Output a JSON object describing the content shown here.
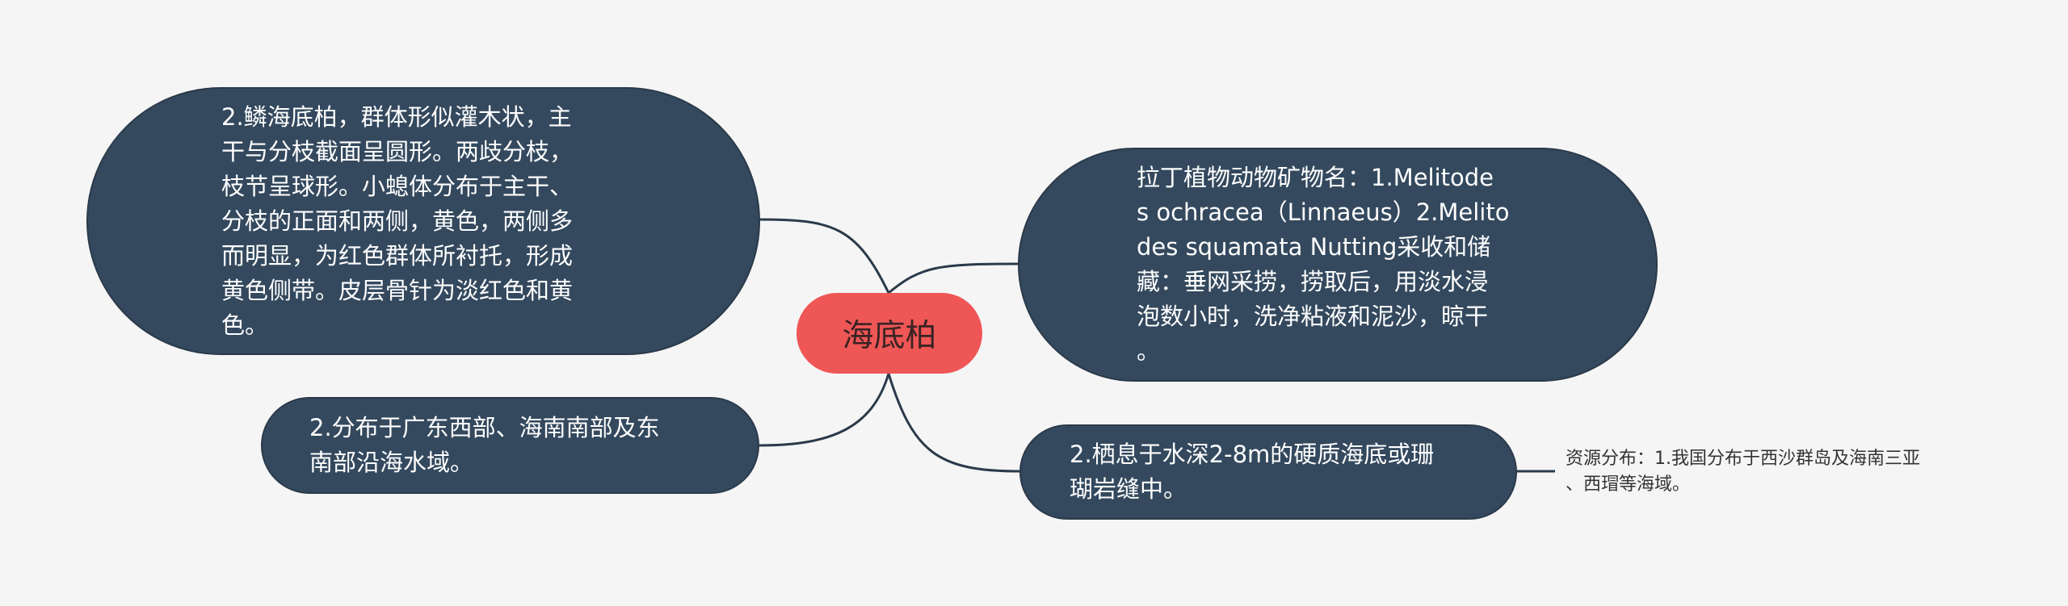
{
  "root": {
    "label": "海底柏"
  },
  "branches": {
    "morphology": {
      "lines": [
        "2.鳞海底柏，群体形似灌木状，主",
        "干与分枝截面呈圆形。两歧分枝，",
        "枝节呈球形。小螅体分布于主干、",
        "分枝的正面和两侧，黄色，两侧多",
        "而明显，为红色群体所衬托，形成",
        "黄色侧带。皮层骨针为淡红色和黄",
        "色。"
      ]
    },
    "latin_name": {
      "lines": [
        "拉丁植物动物矿物名：1.Melitode",
        "s ochracea（Linnaeus）2.Melito",
        "des squamata Nutting采收和储",
        "藏：垂网采捞，捞取后，用淡水浸",
        "泡数小时，洗净粘液和泥沙，晾干",
        "。"
      ]
    },
    "distribution": {
      "lines": [
        "2.分布于广东西部、海南南部及东",
        "南部沿海水域。"
      ]
    },
    "habitat": {
      "lines": [
        "2.栖息于水深2-8m的硬质海底或珊",
        "瑚岩缝中。"
      ],
      "child": {
        "lines": [
          "资源分布：1.我国分布于西沙群岛及海南三亚",
          "、西瑁等海域。"
        ]
      }
    }
  },
  "colors": {
    "root_fill": "#ef5656",
    "node_fill": "#34495e",
    "link_stroke": "#2b3a4a",
    "background": "#f5f5f5"
  }
}
